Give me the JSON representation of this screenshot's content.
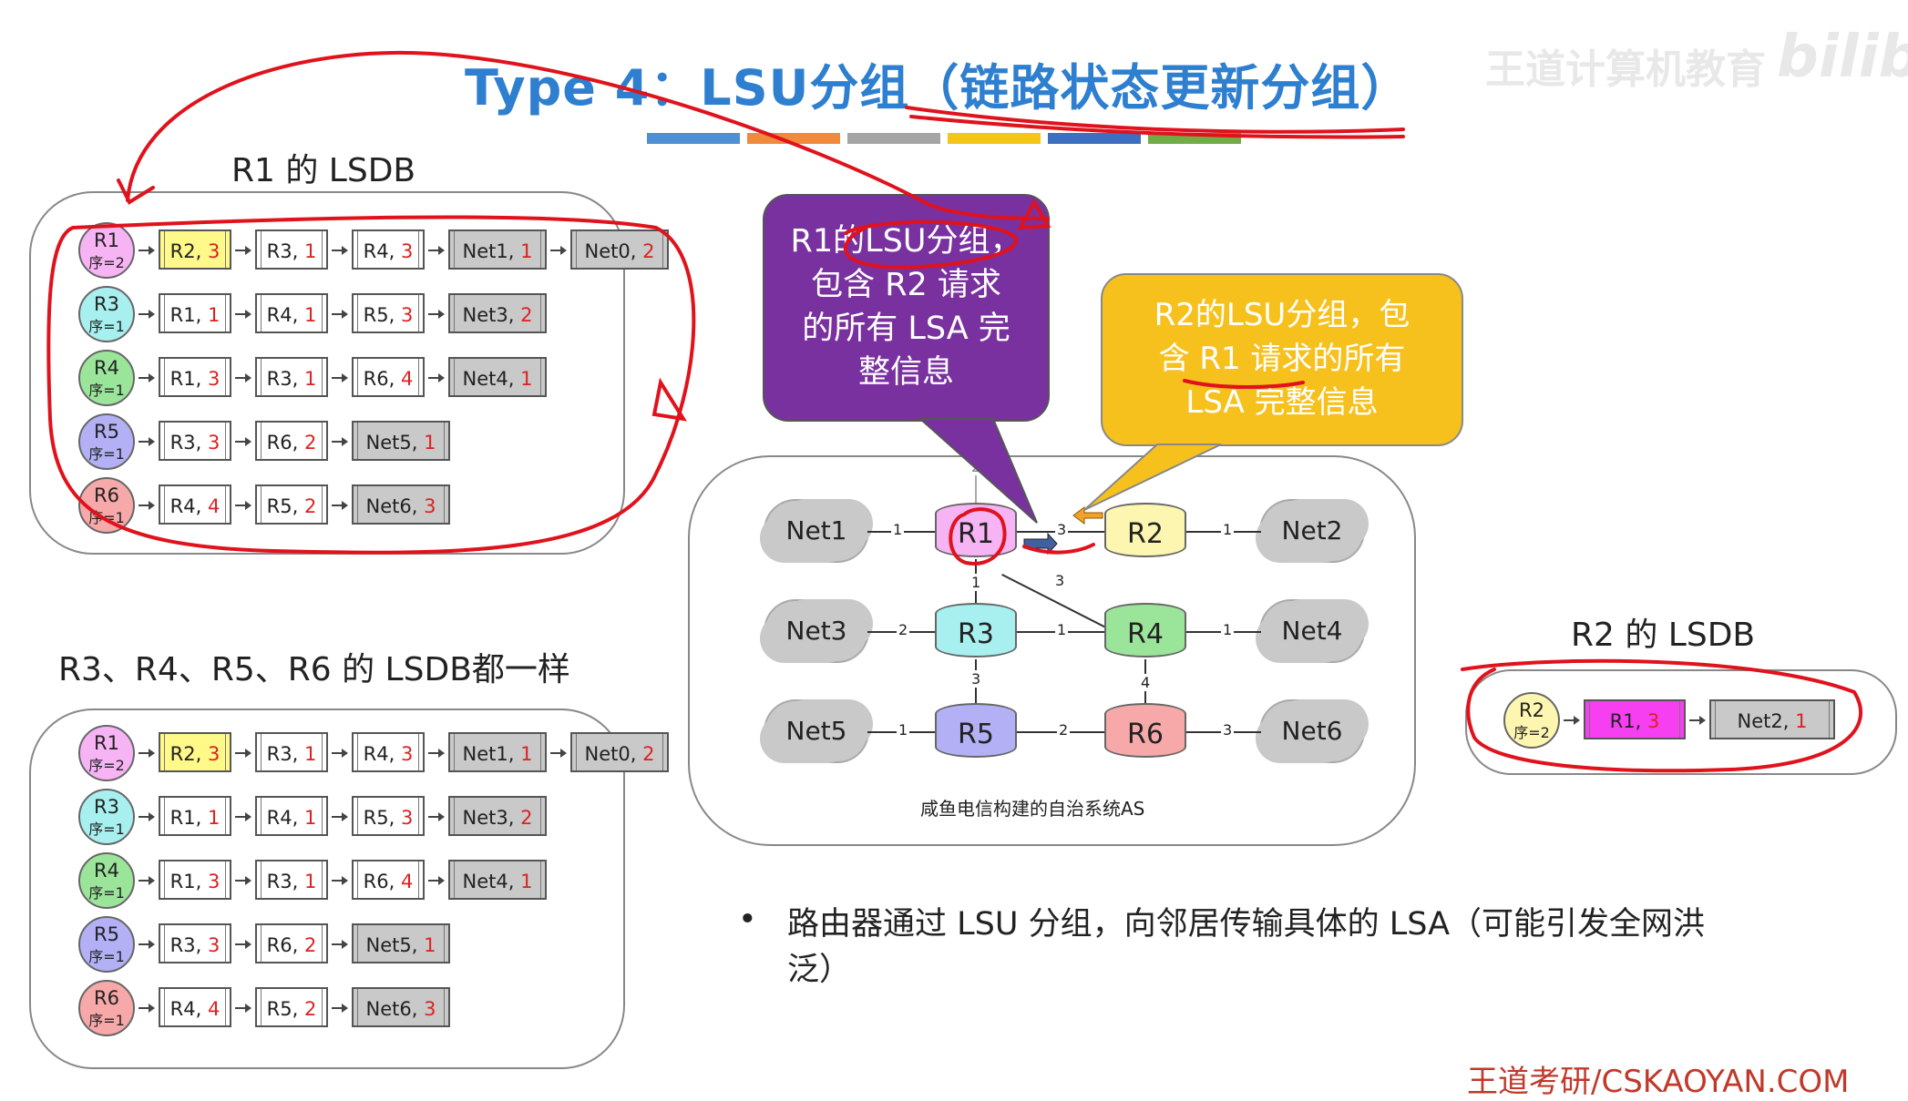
{
  "slide": {
    "title": "Type 4：LSU分组（链路状态更新分组）",
    "stripe_colors": [
      "#4f8fd4",
      "#f08a3c",
      "#a5a5a5",
      "#f5c518",
      "#3c6fc0",
      "#70ad47"
    ],
    "watermark": "王道计算机教育",
    "logo": "bilibili"
  },
  "r1_lsdb": {
    "title": "R1 的 LSDB",
    "rows": [
      {
        "router": "R1",
        "seq": "序=2",
        "color": "#f7b4f4",
        "entries": [
          {
            "name": "R2, ",
            "cost": "3",
            "type": "hl"
          },
          {
            "name": "R3, ",
            "cost": "1",
            "type": "r"
          },
          {
            "name": "R4, ",
            "cost": "3",
            "type": "r"
          },
          {
            "name": "Net1, ",
            "cost": "1",
            "type": "net"
          },
          {
            "name": "Net0, ",
            "cost": "2",
            "type": "net"
          }
        ]
      },
      {
        "router": "R3",
        "seq": "序=1",
        "color": "#a8f0f0",
        "entries": [
          {
            "name": "R1, ",
            "cost": "1",
            "type": "r"
          },
          {
            "name": "R4, ",
            "cost": "1",
            "type": "r"
          },
          {
            "name": "R5, ",
            "cost": "3",
            "type": "r"
          },
          {
            "name": "Net3, ",
            "cost": "2",
            "type": "net"
          }
        ]
      },
      {
        "router": "R4",
        "seq": "序=1",
        "color": "#9be59b",
        "entries": [
          {
            "name": "R1, ",
            "cost": "3",
            "type": "r"
          },
          {
            "name": "R3, ",
            "cost": "1",
            "type": "r"
          },
          {
            "name": "R6, ",
            "cost": "4",
            "type": "r"
          },
          {
            "name": "Net4, ",
            "cost": "1",
            "type": "net"
          }
        ]
      },
      {
        "router": "R5",
        "seq": "序=1",
        "color": "#b3b0f5",
        "entries": [
          {
            "name": "R3, ",
            "cost": "3",
            "type": "r"
          },
          {
            "name": "R6, ",
            "cost": "2",
            "type": "r"
          },
          {
            "name": "Net5, ",
            "cost": "1",
            "type": "net"
          }
        ]
      },
      {
        "router": "R6",
        "seq": "序=1",
        "color": "#f7a8a8",
        "entries": [
          {
            "name": "R4, ",
            "cost": "4",
            "type": "r"
          },
          {
            "name": "R5, ",
            "cost": "2",
            "type": "r"
          },
          {
            "name": "Net6, ",
            "cost": "3",
            "type": "net"
          }
        ]
      }
    ]
  },
  "others_lsdb": {
    "title": "R3、R4、R5、R6 的 LSDB都一样",
    "rows": [
      {
        "router": "R1",
        "seq": "序=2",
        "color": "#f7b4f4",
        "entries": [
          {
            "name": "R2, ",
            "cost": "3",
            "type": "hl"
          },
          {
            "name": "R3, ",
            "cost": "1",
            "type": "r"
          },
          {
            "name": "R4, ",
            "cost": "3",
            "type": "r"
          },
          {
            "name": "Net1, ",
            "cost": "1",
            "type": "net"
          },
          {
            "name": "Net0, ",
            "cost": "2",
            "type": "net"
          }
        ]
      },
      {
        "router": "R3",
        "seq": "序=1",
        "color": "#a8f0f0",
        "entries": [
          {
            "name": "R1, ",
            "cost": "1",
            "type": "r"
          },
          {
            "name": "R4, ",
            "cost": "1",
            "type": "r"
          },
          {
            "name": "R5, ",
            "cost": "3",
            "type": "r"
          },
          {
            "name": "Net3, ",
            "cost": "2",
            "type": "net"
          }
        ]
      },
      {
        "router": "R4",
        "seq": "序=1",
        "color": "#9be59b",
        "entries": [
          {
            "name": "R1, ",
            "cost": "3",
            "type": "r"
          },
          {
            "name": "R3, ",
            "cost": "1",
            "type": "r"
          },
          {
            "name": "R6, ",
            "cost": "4",
            "type": "r"
          },
          {
            "name": "Net4, ",
            "cost": "1",
            "type": "net"
          }
        ]
      },
      {
        "router": "R5",
        "seq": "序=1",
        "color": "#b3b0f5",
        "entries": [
          {
            "name": "R3, ",
            "cost": "3",
            "type": "r"
          },
          {
            "name": "R6, ",
            "cost": "2",
            "type": "r"
          },
          {
            "name": "Net5, ",
            "cost": "1",
            "type": "net"
          }
        ]
      },
      {
        "router": "R6",
        "seq": "序=1",
        "color": "#f7a8a8",
        "entries": [
          {
            "name": "R4, ",
            "cost": "4",
            "type": "r"
          },
          {
            "name": "R5, ",
            "cost": "2",
            "type": "r"
          },
          {
            "name": "Net6, ",
            "cost": "3",
            "type": "net"
          }
        ]
      }
    ]
  },
  "r2_lsdb": {
    "title": "R2 的 LSDB",
    "rows": [
      {
        "router": "R2",
        "seq": "序=2",
        "color": "#fdf6b0",
        "entries": [
          {
            "name": "R1, ",
            "cost": "3",
            "type": "mag"
          },
          {
            "name": "Net2, ",
            "cost": "1",
            "type": "net"
          }
        ]
      }
    ]
  },
  "callouts": {
    "purple": [
      "R1的LSU分组，",
      "包含 R2 请求",
      "的所有 LSA 完",
      "整信息"
    ],
    "yellow": [
      "R2的LSU分组，包",
      "含 R1 请求的所有",
      "LSA 完整信息"
    ]
  },
  "network": {
    "caption": "咸鱼电信构建的自治系统AS",
    "routers": {
      "R1": "R1",
      "R2": "R2",
      "R3": "R3",
      "R4": "R4",
      "R5": "R5",
      "R6": "R6"
    },
    "router_colors": {
      "R1": "#f7b4f4",
      "R2": "#fdf6b0",
      "R3": "#a8f0f0",
      "R4": "#9be59b",
      "R5": "#b3b0f5",
      "R6": "#f7a8a8"
    },
    "nets": {
      "Net1": "Net1",
      "Net2": "Net2",
      "Net3": "Net3",
      "Net4": "Net4",
      "Net5": "Net5",
      "Net6": "Net6"
    },
    "costs": {
      "net1_r1": "1",
      "r1_r2": "3",
      "r2_net2": "1",
      "r1_r3": "1",
      "r1_r4": "3",
      "net3_r3": "2",
      "r3_r4": "1",
      "r4_net4": "1",
      "r3_r5": "3",
      "r4_r6": "4",
      "net5_r5": "1",
      "r5_r6": "2",
      "r6_net6": "3",
      "net0": "2"
    }
  },
  "bullet": "路由器通过 LSU 分组，向邻居传输具体的 LSA（可能引发全网洪泛）",
  "footer": "王道考研/CSKAOYAN.COM"
}
